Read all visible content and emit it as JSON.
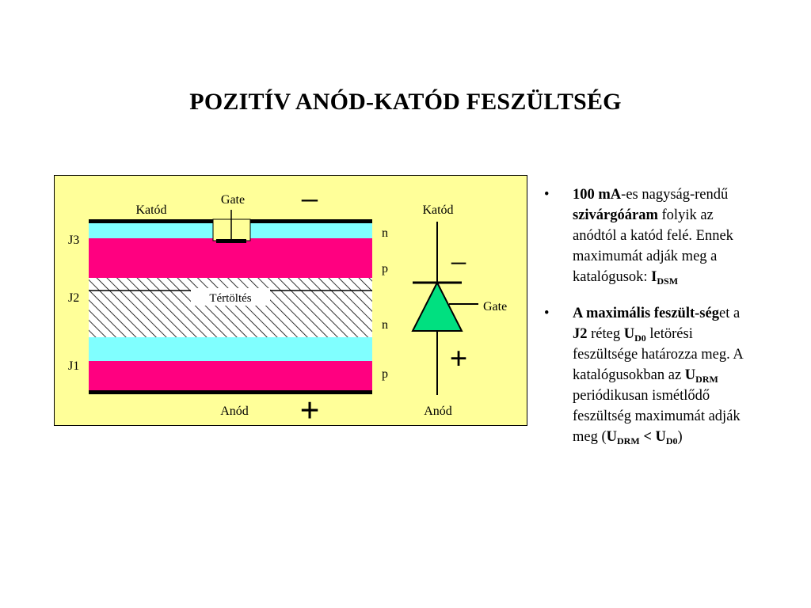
{
  "title": "POZITÍV ANÓD-KATÓD FESZÜLTSÉG",
  "diagram": {
    "colors": {
      "background": "#ffff99",
      "cyan": "#80ffff",
      "magenta": "#ff0080",
      "diode": "#00e080"
    },
    "left": {
      "top_label": "Katód",
      "bottom_label": "Anód",
      "gate_label": "Gate",
      "minus_sign": "−",
      "plus_sign": "+",
      "junctions": [
        "J3",
        "J2",
        "J1"
      ],
      "layer_labels": [
        "n",
        "p",
        "n",
        "p"
      ],
      "depletion_label": "Tértöltés"
    },
    "right": {
      "top_label": "Katód",
      "bottom_label": "Anód",
      "gate_label": "Gate",
      "minus_sign": "−",
      "plus_sign": "+"
    }
  },
  "bullets": {
    "symbol": "•",
    "item1": {
      "a_bold": "100 mA",
      "b": "-es nagyság-rendű ",
      "c_bold": "szivárgóáram",
      "d": " folyik az anódtól a katód felé. Ennek maximumát adják meg a katalógusok: ",
      "e_bold": "I",
      "e_sub": "DSM"
    },
    "item2": {
      "a_bold": "A maximális feszült-ség",
      "b": "et a ",
      "c_bold": "J2",
      "d": " réteg ",
      "e_bold": "U",
      "e_sub": "D0",
      "f": " letörési  feszültsége határozza meg. A katalógusokban az ",
      "g_bold": "U",
      "g_sub": "DRM",
      "h": " periódikusan ismétlődő feszültség maximumát adják meg (",
      "i_bold": "U",
      "i_sub": "DRM",
      "j_bold": " < U",
      "j_sub": "D0",
      "k": ")"
    }
  }
}
